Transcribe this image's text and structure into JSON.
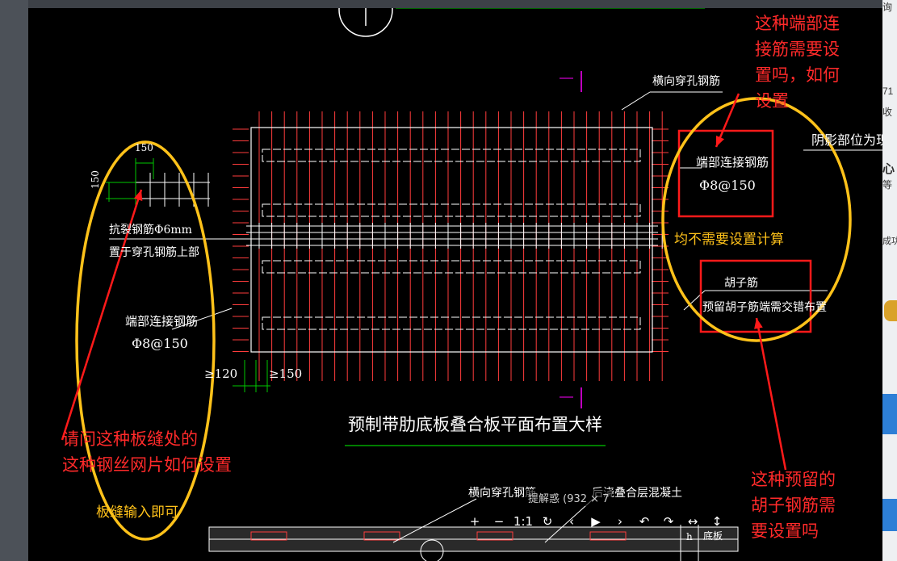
{
  "drawing": {
    "title": "预制带肋底板叠合板平面布置大样",
    "labels": {
      "transverse_rebar_top": "横向穿孔钢筋",
      "shadow_area": "阴影部位为现浇",
      "end_rebar_right": "端部连接钢筋",
      "end_rebar_right_spec": "Φ8@150",
      "whisker_rebar": "胡子筋",
      "whisker_note": "预留胡子筋端需交错布置",
      "mesh_dim_h": "150",
      "mesh_dim_v": "150",
      "mesh_note_1": "抗裂钢筋Φ6mm",
      "mesh_note_2": "置于穿孔钢筋上部",
      "end_rebar_left": "端部连接钢筋",
      "end_rebar_left_spec": "Φ8@150",
      "dim_left": "≥120",
      "dim_right": "≥150",
      "bottom_transverse": "横向穿孔钢筋",
      "bottom_cast": "后浇叠合层混凝土",
      "bottom_h": "h",
      "bottom_slab": "底板"
    }
  },
  "annotations": {
    "q_end_rebar": [
      "这种端部连",
      "接筋需要设",
      "置吗，如何",
      "设置"
    ],
    "a_end_rebar": "均不需要设置计算",
    "q_mesh": [
      "请问这种板缝处的",
      "这种钢丝网片如何设置"
    ],
    "a_mesh": "板缝输入即可",
    "q_whisker": [
      "这种预留的",
      "胡子钢筋需",
      "要设置吗"
    ]
  },
  "viewer": {
    "tooltip": "提解惑 (932 × 7",
    "toolbar": [
      {
        "name": "zoom-in-button",
        "label": "+"
      },
      {
        "name": "zoom-out-button",
        "label": "−"
      },
      {
        "name": "actual-size-button",
        "label": "1:1"
      },
      {
        "name": "reset-button",
        "label": "↻"
      },
      {
        "name": "prev-button",
        "label": "‹"
      },
      {
        "name": "play-button",
        "label": "▶"
      },
      {
        "name": "next-button",
        "label": "›"
      },
      {
        "name": "rotate-left-button",
        "label": "↶"
      },
      {
        "name": "rotate-right-button",
        "label": "↷"
      },
      {
        "name": "flip-horizontal-button",
        "label": "↔"
      },
      {
        "name": "flip-vertical-button",
        "label": "↕"
      }
    ]
  },
  "side_panel": {
    "texts": [
      "询",
      "71",
      "收",
      "心",
      "等",
      "成功"
    ]
  },
  "colors": {
    "red": "#ff2a2a",
    "orange": "#ffc21a",
    "cad_red": "#ff3c3c",
    "cad_white": "#ffffff",
    "cad_green": "#00c800",
    "cad_magenta": "#ff00ff"
  }
}
